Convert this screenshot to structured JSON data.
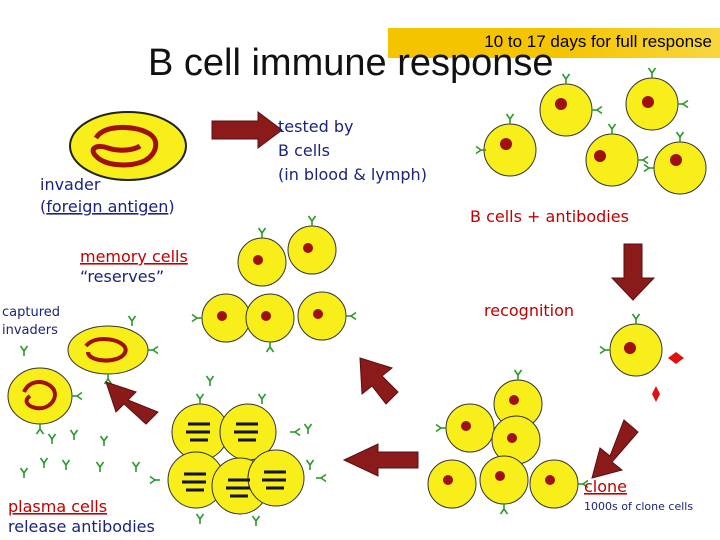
{
  "title": "B cell immune response",
  "banner": "10 to 17 days for full response",
  "labels": {
    "invader_line1": "invader",
    "invader_line2_pre": "(",
    "invader_line2_link": "foreign antigen",
    "invader_line2_post": ")",
    "tested_line1": "tested by",
    "tested_line2": "B cells",
    "tested_line3": "(in blood & lymph)",
    "bcells_antibodies": "B cells + antibodies",
    "memory_cells": "memory cells",
    "reserves": "“reserves”",
    "captured_line1": "captured",
    "captured_line2": "invaders",
    "recognition": "recognition",
    "plasma_cells": "plasma cells",
    "release_antibodies": "release antibodies",
    "clone": "clone",
    "clone_count": "1000s of clone cells"
  },
  "colors": {
    "cell_fill": "#f7ee1a",
    "nucleus": "#a01010",
    "arrow": "#8b1a1a",
    "antibody": "#2a9a2a",
    "label_red": "#c00000",
    "label_blue": "#1a237e",
    "banner": "#f5c400"
  }
}
